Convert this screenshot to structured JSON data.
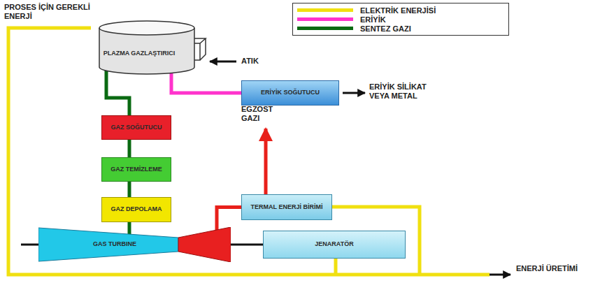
{
  "diagram": {
    "nodes": [
      {
        "text": [
          "PLAZMA GAZLAŞTIRICI"
        ]
      },
      {
        "text": [
          "ERİYİK SOĞUTUCU"
        ]
      },
      {
        "text": [
          "GAZ SOĞUTUCU"
        ]
      },
      {
        "text": [
          "GAZ TEMİZLEME"
        ]
      },
      {
        "text": [
          "GAZ DEPOLAMA"
        ]
      },
      {
        "text": [
          "GAS TURBINE"
        ]
      },
      {
        "text": [
          "TERMAL ENERJİ BİRİMİ"
        ]
      },
      {
        "text": [
          "JENARATÖR"
        ]
      }
    ],
    "edges": [
      {
        "from": 0,
        "to": 1,
        "arrow": "none"
      },
      {
        "from": 0,
        "to": 2,
        "arrow": "none"
      },
      {
        "from": 2,
        "to": 3,
        "arrow": "none"
      },
      {
        "from": 3,
        "to": 4,
        "arrow": "none"
      },
      {
        "from": 4,
        "to": 5,
        "arrow": "none"
      },
      {
        "from": 5,
        "to": 6,
        "arrow": "none"
      }
    ],
    "labels": [
      "PROSES İÇİN GEREKLİ ENERJİ",
      "ATIK",
      "ERİYİK SİLİKAT VEYA METAL",
      "EGZOST GAZI",
      "ENERJİ ÜRETİMİ"
    ],
    "legend": [
      {
        "text": "ELEKTRİK ENERJİSİ",
        "color": "#f0e010"
      },
      {
        "text": "ERİYİK",
        "color": "#ff33cc"
      },
      {
        "text": "SENTEZ GAZI",
        "color": "#0a6a12"
      }
    ]
  }
}
